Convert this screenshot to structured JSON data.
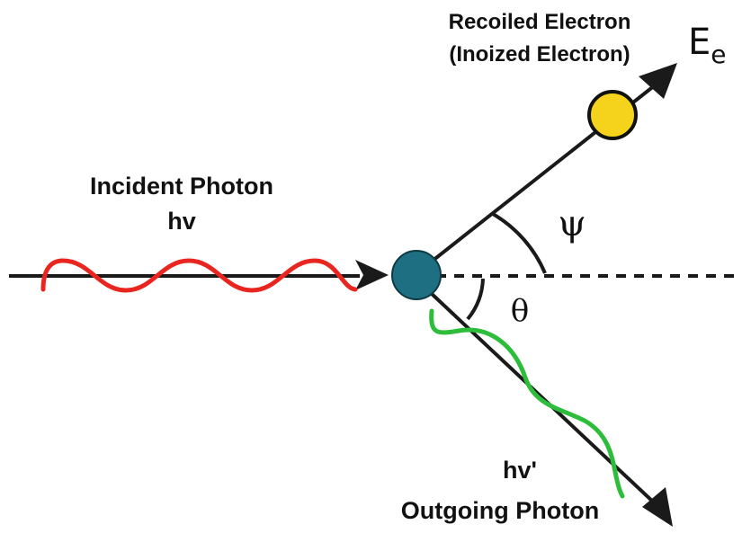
{
  "labels": {
    "recoiled_line1": "Recoiled Electron",
    "recoiled_line2": "(Inoized Electron)",
    "energy_symbol": "E",
    "energy_subscript": "e",
    "incident_line1": "Incident Photon",
    "incident_line2": "hv",
    "outgoing_line1": "hv'",
    "outgoing_line2": "Outgoing Photon",
    "psi": "ψ",
    "theta": "θ"
  },
  "colors": {
    "incident_wave": "#e8261f",
    "outgoing_wave": "#2dbd3a",
    "electron": "#f5d31c",
    "target_atom": "#1e6f82",
    "lines": "#1a1a1a"
  }
}
